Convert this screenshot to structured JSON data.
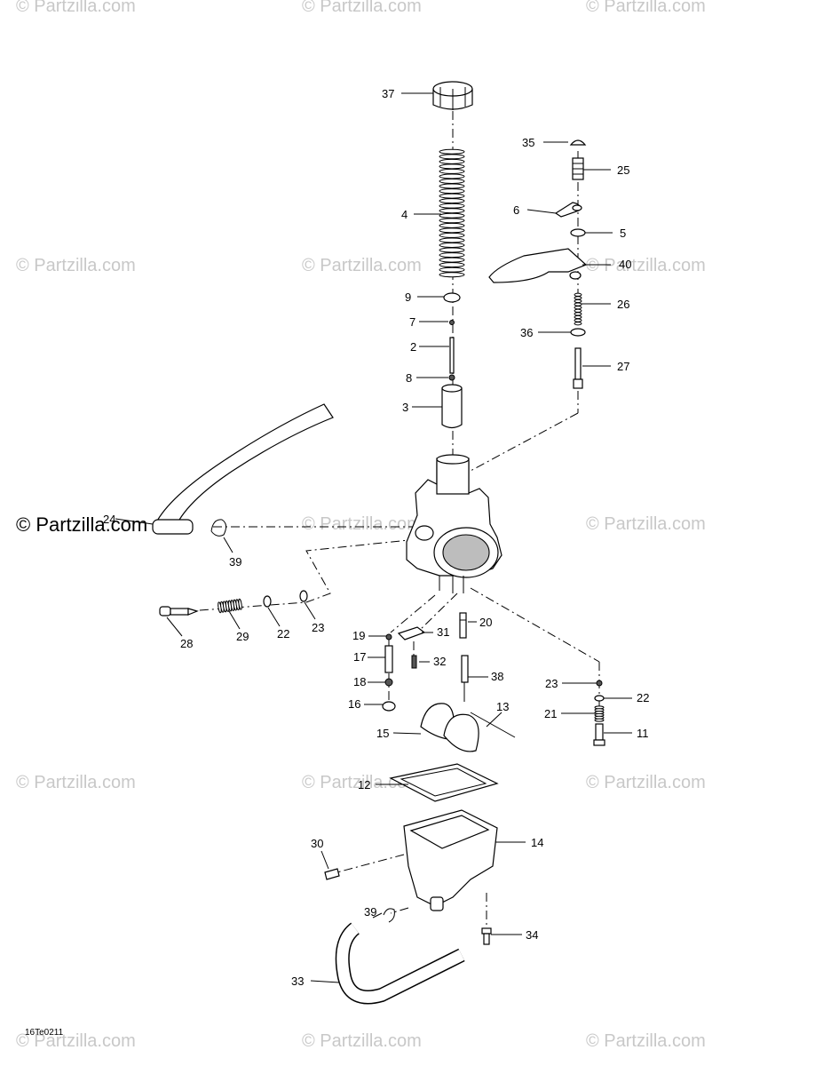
{
  "watermarks": [
    "© Partzilla.com",
    "© Partzilla.com",
    "© Partzilla.com",
    "© Partzilla.com",
    "© Partzilla.com",
    "© Partzilla.com",
    "© Partzilla.com",
    "© Partzilla.com",
    "© Partzilla.com",
    "© Partzilla.com",
    "© Partzilla.com",
    "© Partzilla.com",
    "© Partzilla.com",
    "© Partzilla.com"
  ],
  "brand": "© Partzilla.com",
  "diagram_code": "16Te0211",
  "callouts": [
    "37",
    "35",
    "25",
    "4",
    "6",
    "5",
    "40",
    "9",
    "26",
    "7",
    "36",
    "2",
    "27",
    "8",
    "3",
    "24",
    "39",
    "28",
    "29",
    "22",
    "23",
    "19",
    "31",
    "20",
    "17",
    "32",
    "38",
    "18",
    "23",
    "22",
    "16",
    "13",
    "21",
    "15",
    "11",
    "12",
    "30",
    "14",
    "39",
    "34",
    "33"
  ]
}
